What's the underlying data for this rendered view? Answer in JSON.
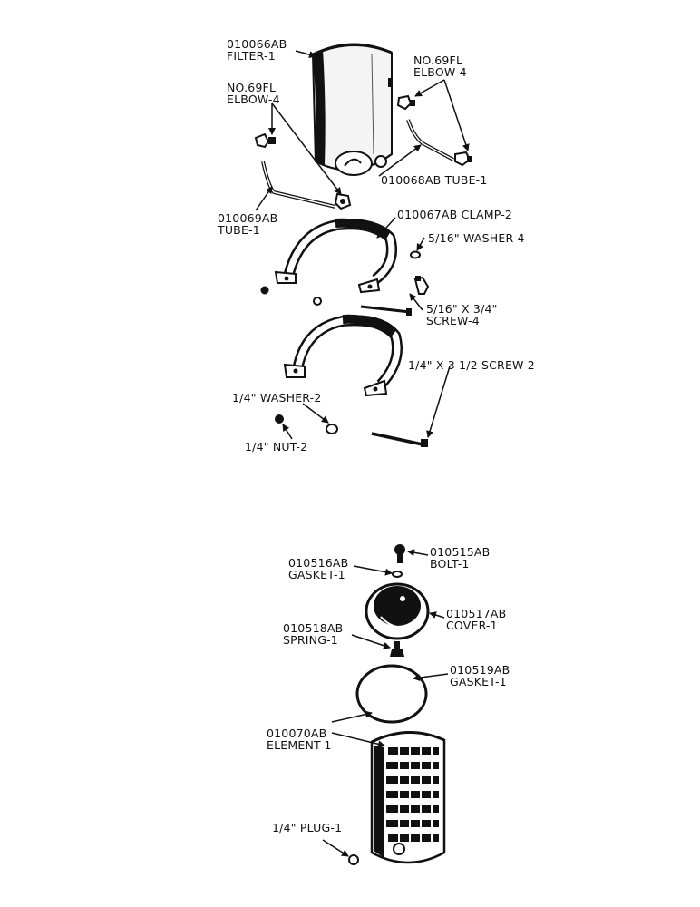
{
  "callouts": {
    "filter_part": "010066AB",
    "filter_name": "FILTER-1",
    "elbow_right_part": "NO.69FL",
    "elbow_right_name": "ELBOW-4",
    "elbow_left_part": "NO.69FL",
    "elbow_left_name": "ELBOW-4",
    "tube_right": "010068AB TUBE-1",
    "tube_left_part": "010069AB",
    "tube_left_name": "TUBE-1",
    "clamp": "010067AB CLAMP-2",
    "washer_516": "5/16\" WASHER-4",
    "screw_516_size": "5/16\" X 3/4\"",
    "screw_516_name": "SCREW-4",
    "screw_14": "1/4\" X 3 1/2 SCREW-2",
    "washer_14": "1/4\" WASHER-2",
    "nut_14": "1/4\" NUT-2",
    "gasket_small_part": "010516AB",
    "gasket_small_name": "GASKET-1",
    "bolt_part": "010515AB",
    "bolt_name": "BOLT-1",
    "cover_part": "010517AB",
    "cover_name": "COVER-1",
    "spring_part": "010518AB",
    "spring_name": "SPRING-1",
    "gasket_large_part": "010519AB",
    "gasket_large_name": "GASKET-1",
    "element_part": "010070AB",
    "element_name": "ELEMENT-1",
    "plug": "1/4\" PLUG-1"
  }
}
